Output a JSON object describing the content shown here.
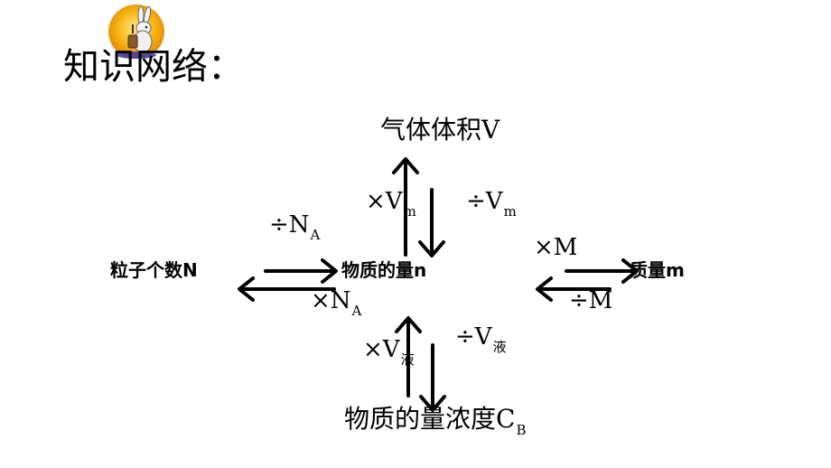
{
  "title": "知识网络：",
  "nodes": {
    "gas_volume": "气体体积V",
    "particles": "粒子个数N",
    "amount": "物质的量n",
    "mass": "质量m",
    "concentration": {
      "text": "物质的量浓度C",
      "sub": "B"
    }
  },
  "operations": {
    "times_vm": {
      "text": "×V",
      "sub": "m"
    },
    "div_vm": {
      "text": "÷V",
      "sub": "m"
    },
    "div_na": {
      "text": "÷N",
      "sub": "A"
    },
    "times_na": {
      "text": "×N",
      "sub": "A"
    },
    "times_m": {
      "text": "×M"
    },
    "div_m": {
      "text": "÷M"
    },
    "times_vliq": {
      "text": "×V",
      "sub": "液"
    },
    "div_vliq": {
      "text": "÷V",
      "sub": "液"
    }
  }
}
